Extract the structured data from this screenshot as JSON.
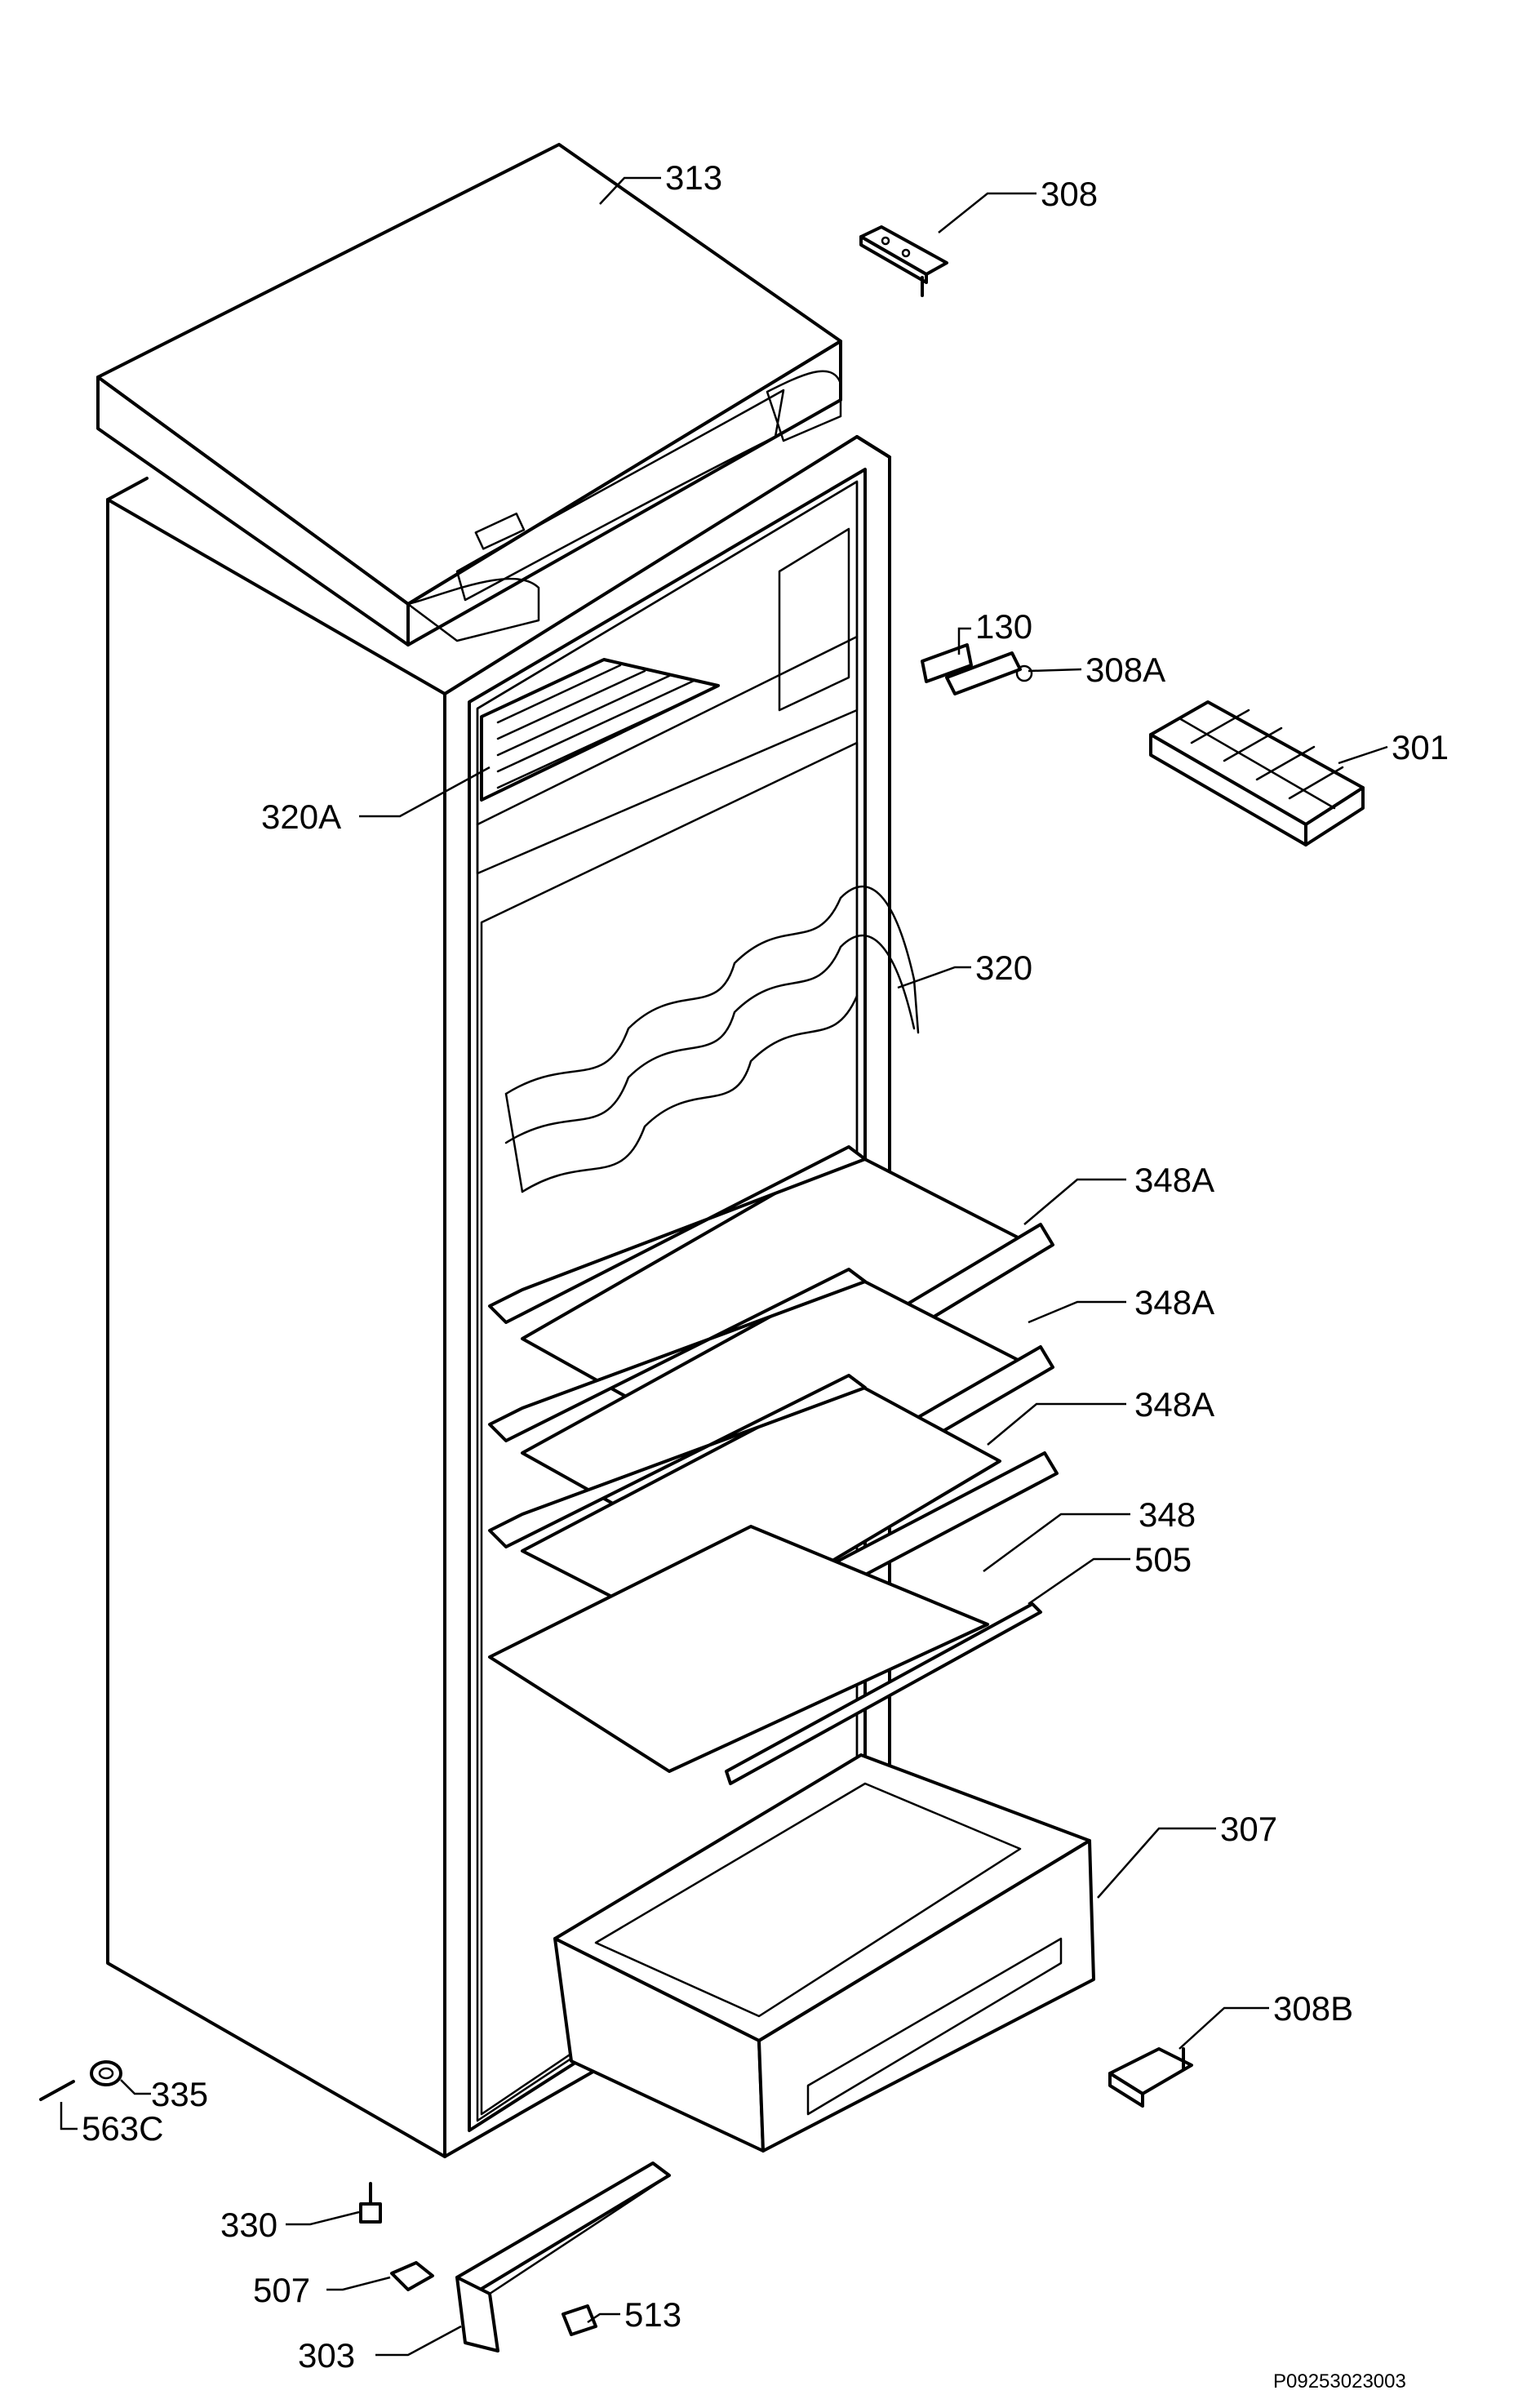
{
  "callouts": {
    "p313": "313",
    "p308": "308",
    "p130": "130",
    "p308a": "308A",
    "p301": "301",
    "p320a": "320A",
    "p320": "320",
    "p348a_1": "348A",
    "p348a_2": "348A",
    "p348a_3": "348A",
    "p348": "348",
    "p505": "505",
    "p307": "307",
    "p308b": "308B",
    "p335": "335",
    "p563c": "563C",
    "p330": "330",
    "p507": "507",
    "p513": "513",
    "p303": "303"
  },
  "reference_code": "P09253023003"
}
